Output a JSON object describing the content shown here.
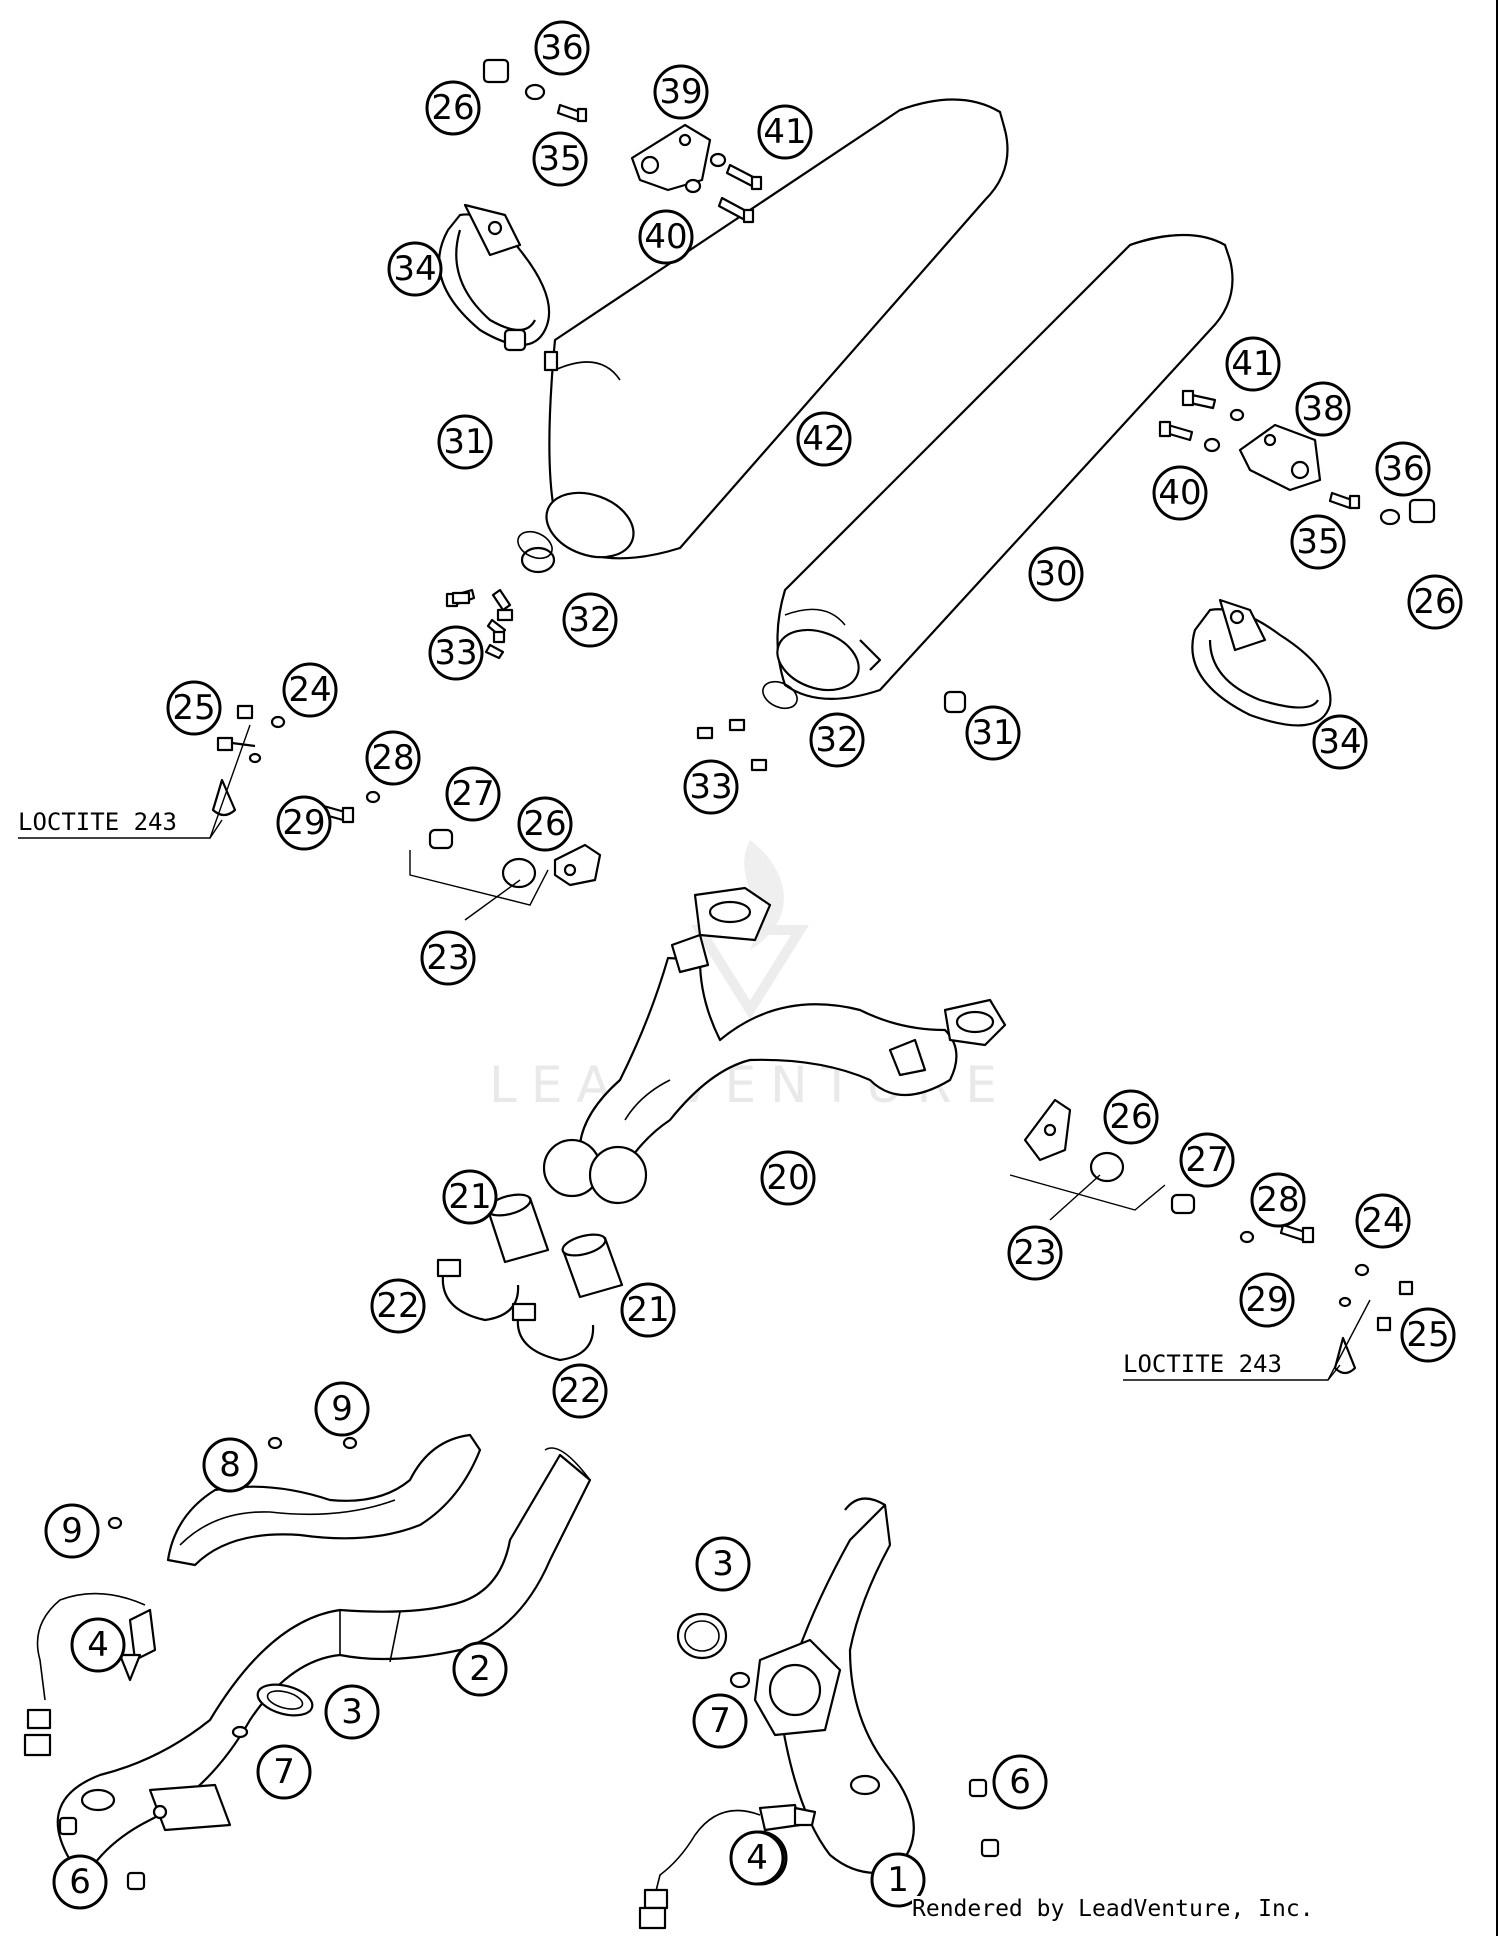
{
  "diagram": {
    "watermark": "LEADVENTURE",
    "credit": "Rendered by LeadVenture, Inc.",
    "notes": [
      {
        "id": "loctite-left",
        "text": "LOCTITE 243"
      },
      {
        "id": "loctite-right",
        "text": "LOCTITE 243"
      }
    ],
    "callouts": [
      "36",
      "26",
      "35",
      "39",
      "41",
      "40",
      "34",
      "31",
      "42",
      "32",
      "33",
      "30",
      "41",
      "38",
      "40",
      "36",
      "35",
      "26",
      "34",
      "25",
      "24",
      "28",
      "27",
      "26",
      "29",
      "23",
      "32",
      "33",
      "31",
      "20",
      "26",
      "27",
      "23",
      "28",
      "24",
      "29",
      "25",
      "21",
      "21",
      "22",
      "22",
      "9",
      "8",
      "9",
      "4",
      "2",
      "3",
      "7",
      "6",
      "6",
      "3",
      "7",
      "6",
      "4",
      "1"
    ]
  }
}
